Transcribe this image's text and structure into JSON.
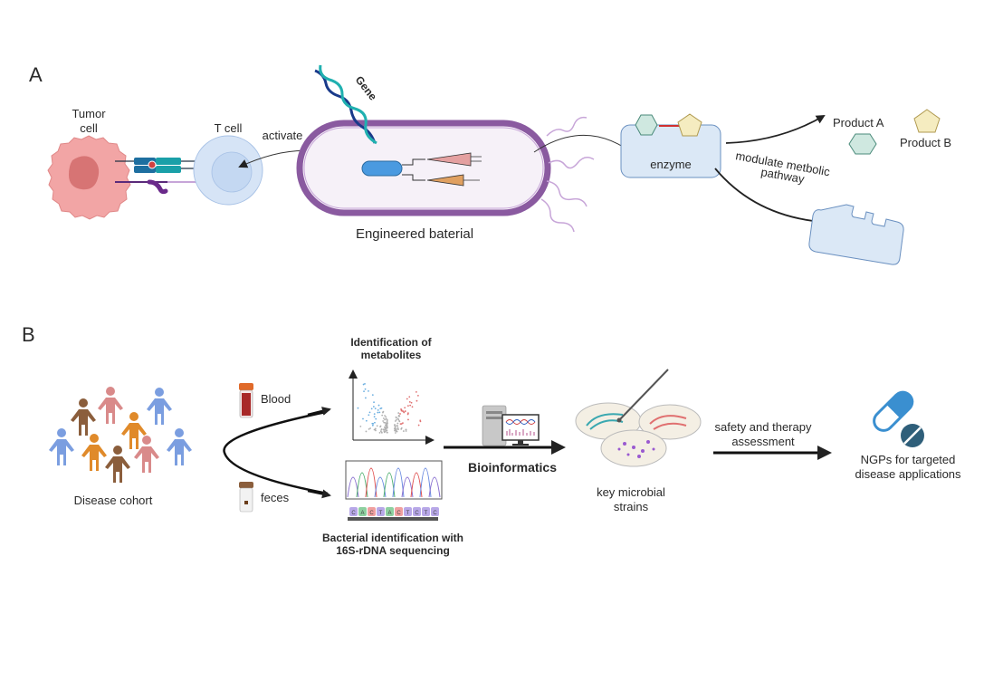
{
  "panel_a": {
    "label": "A",
    "tumor_cell": [
      "Tumor",
      "cell"
    ],
    "t_cell": "T cell",
    "activate": "activate",
    "gene": "Gene",
    "bacterium": "Engineered baterial",
    "enzyme": "enzyme",
    "modulate": [
      "modulate metbolic",
      "pathway"
    ],
    "product_a": "Product A",
    "product_b": "Product B",
    "colors": {
      "tumor": "#f0a0a0",
      "tumor_nucleus": "#d8706e",
      "t_cell": "#cfe0f4",
      "membrane": "#8a5aa0",
      "cytoplasm": "#f6f1f8",
      "promoter": "#4a9ae0",
      "gene_pink": "#e4a0a0",
      "gene_orange": "#e0a060",
      "enzyme": "#dbe8f6",
      "hexagon": "#cfe8e0",
      "pentagon": "#f5ecc0"
    }
  },
  "panel_b": {
    "label": "B",
    "cohort": "Disease cohort",
    "blood": "Blood",
    "feces": "feces",
    "metabolites": [
      "Identification of",
      "metabolites"
    ],
    "sequencing": [
      "Bacterial identification with",
      "16S-rDNA sequencing"
    ],
    "bioinformatics": "Bioinformatics",
    "strains": [
      "key microbial",
      "strains"
    ],
    "assessment": [
      "safety and therapy",
      "assessment"
    ],
    "ngps": [
      "NGPs for targeted",
      "disease applications"
    ],
    "dna_bases": [
      "C",
      "A",
      "C",
      "T",
      "A",
      "C",
      "T",
      "C",
      "T",
      "C"
    ],
    "colors": {
      "bioinformatics": "#c0392b",
      "person_blue": "#7b9ee0",
      "person_pink": "#d98a8a",
      "person_brown": "#8b5e3c",
      "person_orange": "#e08a2a",
      "pill": "#3a8fd0",
      "pill_dark": "#2f5f7a"
    }
  }
}
